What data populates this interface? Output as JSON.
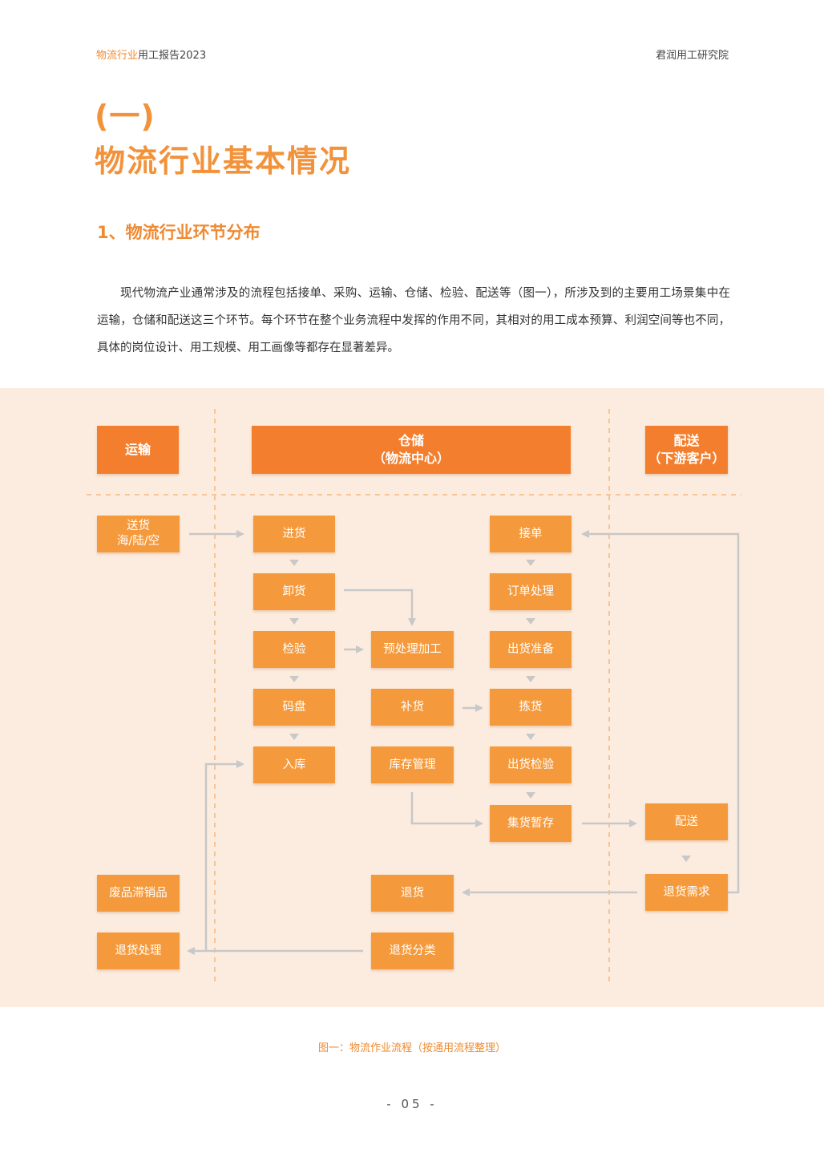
{
  "header": {
    "left_accent": "物流行业",
    "left_rest": "用工报告2023",
    "right": "君润用工研究院"
  },
  "section_number": "(一)",
  "section_title": "物流行业基本情况",
  "subsection_title": "1、物流行业环节分布",
  "body_text": "现代物流产业通常涉及的流程包括接单、采购、运输、仓储、检验、配送等（图一），所涉及到的主要用工场景集中在运输，仓储和配送这三个环节。每个环节在整个业务流程中发挥的作用不同，其相对的用工成本预算、利润空间等也不同，具体的岗位设计、用工规模、用工画像等都存在显著差异。",
  "diagram": {
    "headers": {
      "transport": "运输",
      "storage_line1": "仓储",
      "storage_line2": "（物流中心）",
      "delivery_line1": "配送",
      "delivery_line2": "（下游客户）"
    },
    "nodes": {
      "ship_line1": "送货",
      "ship_line2": "海/陆/空",
      "purchase_in": "进货",
      "unload": "卸货",
      "inspect": "检验",
      "palletize": "码盘",
      "store_in": "入库",
      "preprocess": "预处理加工",
      "replenish": "补货",
      "inventory": "库存管理",
      "order_receive": "接单",
      "order_process": "订单处理",
      "ship_prepare": "出货准备",
      "picking": "拣货",
      "ship_inspect": "出货检验",
      "consolidate": "集货暂存",
      "deliver": "配送",
      "return_demand": "退货需求",
      "return_goods": "退货",
      "return_sort": "退货分类",
      "return_handle": "退货处理",
      "waste_goods": "废品滞销品"
    }
  },
  "caption": "图一：物流作业流程（按通用流程整理）",
  "page_number": "- 05 -",
  "colors": {
    "accent": "#f2923a",
    "box": "#f59a3c",
    "header_box": "#f37f2e",
    "diagram_bg": "#fcecdf",
    "connector": "#c8c8c8"
  }
}
